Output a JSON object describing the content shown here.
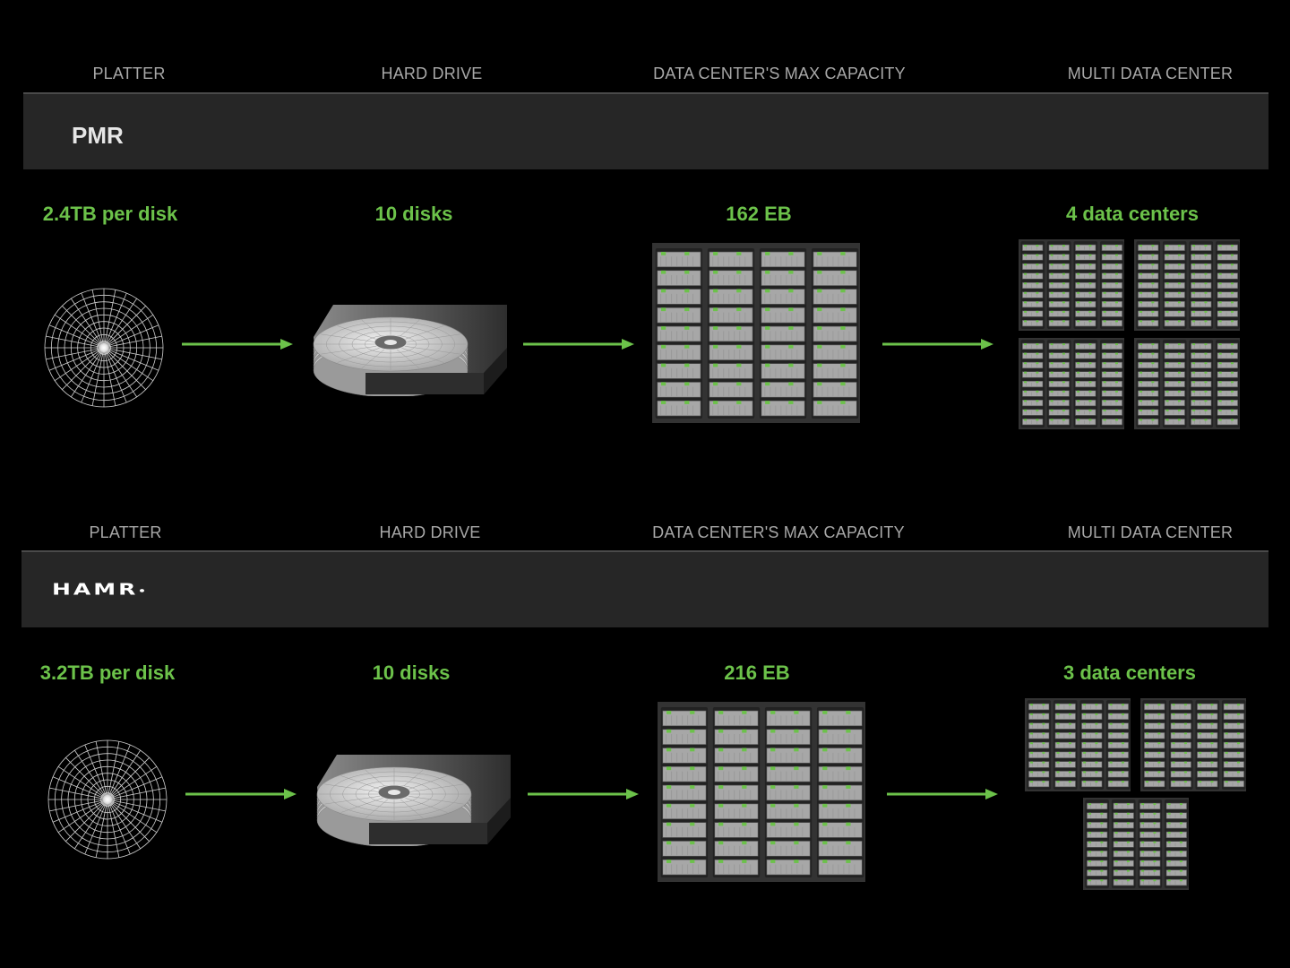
{
  "accent_color": "#6cc24a",
  "sections": [
    {
      "technology": "PMR",
      "columns": [
        "PLATTER",
        "HARD DRIVE",
        "DATA CENTER'S MAX CAPACITY",
        "MULTI DATA CENTER"
      ],
      "values": [
        "2.4TB per disk",
        "10 disks",
        "162 EB",
        "4 data centers"
      ],
      "data_center_count": 4,
      "icons": [
        "platter-icon",
        "hard-drive-icon",
        "data-center-icon",
        "multi-data-center-icon"
      ]
    },
    {
      "technology": "HAMR",
      "columns": [
        "PLATTER",
        "HARD DRIVE",
        "DATA CENTER'S MAX CAPACITY",
        "MULTI DATA CENTER"
      ],
      "values": [
        "3.2TB per disk",
        "10 disks",
        "216 EB",
        "3 data centers"
      ],
      "data_center_count": 3,
      "icons": [
        "platter-icon",
        "hard-drive-icon",
        "data-center-icon",
        "multi-data-center-icon"
      ]
    }
  ]
}
